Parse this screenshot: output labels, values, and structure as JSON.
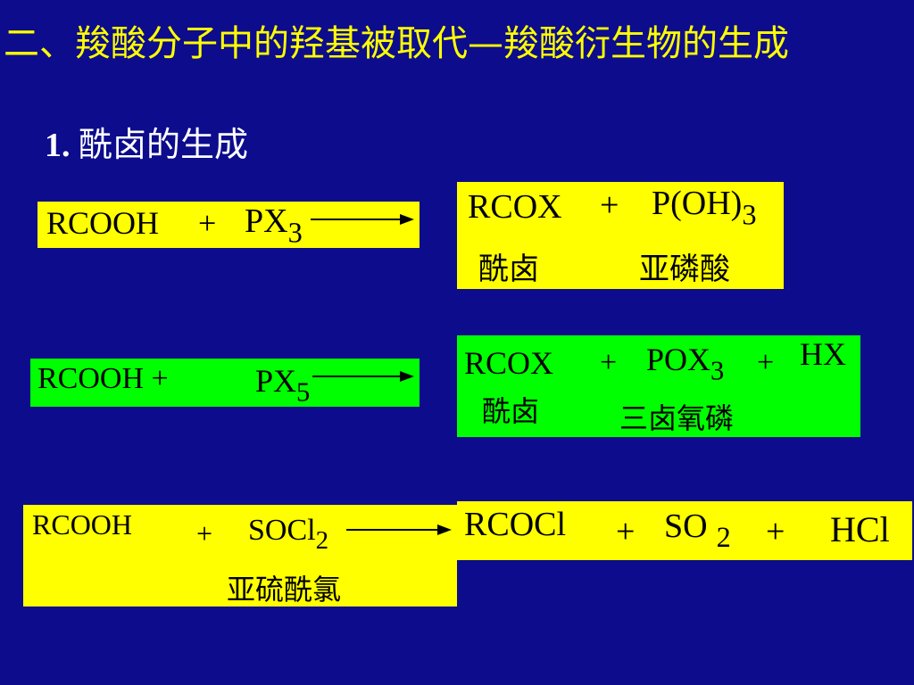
{
  "title": "二、羧酸分子中的羟基被取代—羧酸衍生物的生成",
  "subtitle": {
    "number": "1.",
    "text": "酰卤的生成"
  },
  "reaction1": {
    "reactant": "RCOOH",
    "plus": "+",
    "reagent": "PX",
    "reagent_sub": "3",
    "product1": "RCOX",
    "plus2": "+",
    "product2": "P(OH)",
    "product2_sub": "3",
    "product1_name": "酰卤",
    "product2_name": "亚磷酸"
  },
  "reaction2": {
    "reactant": "RCOOH +",
    "reagent": "PX",
    "reagent_sub": "5",
    "product1": "RCOX",
    "plus": "+",
    "product2": "POX",
    "product2_sub": "3",
    "plus2": "+",
    "product3": "HX",
    "product1_name": "酰卤",
    "product2_name": "三卤氧磷"
  },
  "reaction3": {
    "reactant": "RCOOH",
    "plus": "+",
    "reagent": "SOCl",
    "reagent_sub": "2",
    "reagent_name": "亚硫酰氯",
    "product1": "RCOCl",
    "plus2": "+",
    "product2": "SO",
    "product2_sub": "2",
    "plus3": "+",
    "product3": "HCl"
  },
  "colors": {
    "background": "#0c0c8c",
    "title": "#ffff00",
    "subtitle": "#ffffff",
    "yellow_box": "#ffff00",
    "green_box": "#00ff00"
  }
}
